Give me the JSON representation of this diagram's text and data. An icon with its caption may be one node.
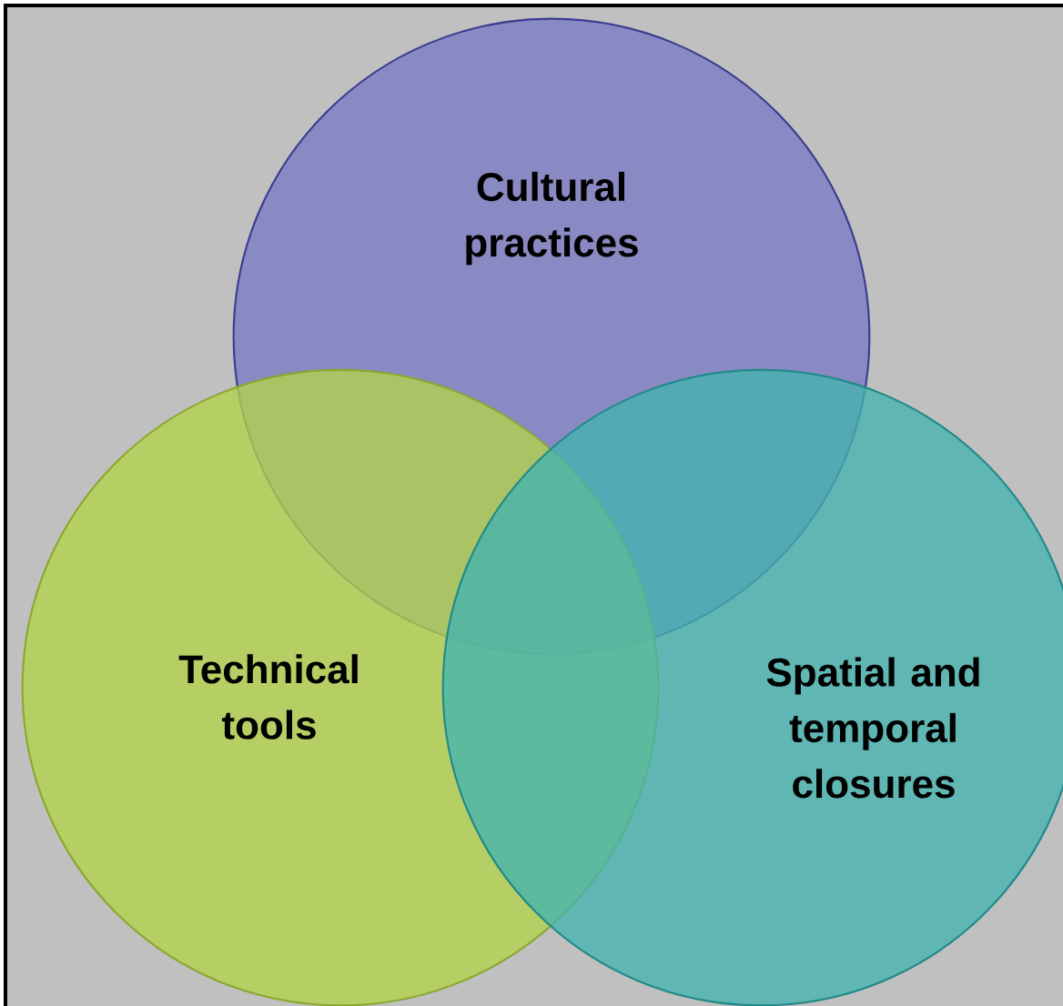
{
  "diagram": {
    "nodes": [
      {
        "text": [
          "Cultural practices"
        ]
      },
      {
        "text": [
          "Technical tools"
        ]
      },
      {
        "text": [
          "Spatial and temporal closures"
        ]
      }
    ]
  }
}
